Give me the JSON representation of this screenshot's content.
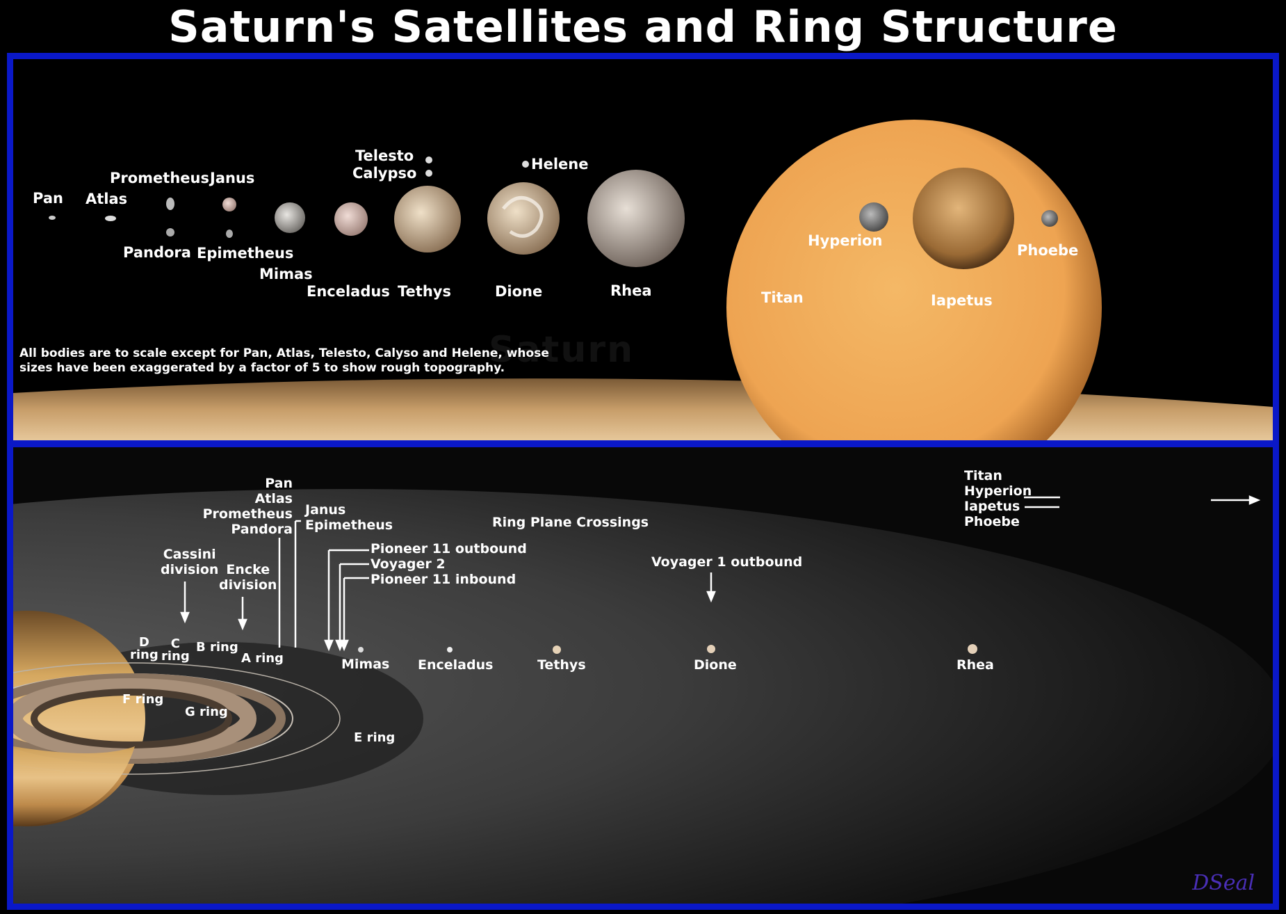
{
  "title": "Saturn's Satellites and Ring Structure",
  "top_panel": {
    "moons": {
      "pan": "Pan",
      "atlas": "Atlas",
      "prometheus": "Prometheus",
      "janus": "Janus",
      "pandora": "Pandora",
      "epimetheus": "Epimetheus",
      "mimas": "Mimas",
      "enceladus": "Enceladus",
      "telesto": "Telesto",
      "calypso": "Calypso",
      "tethys": "Tethys",
      "helene": "Helene",
      "dione": "Dione",
      "rhea": "Rhea",
      "titan": "Titan",
      "hyperion": "Hyperion",
      "iapetus": "Iapetus",
      "phoebe": "Phoebe"
    },
    "saturn": "Saturn",
    "note_line1": "All bodies are to scale except for Pan, Atlas, Telesto, Calyso and Helene, whose",
    "note_line2": "sizes have been exaggerated by a factor of 5 to show rough topography."
  },
  "bottom_panel": {
    "gap_moons": [
      "Pan",
      "Atlas",
      "Prometheus",
      "Pandora"
    ],
    "coorbitals": [
      "Janus",
      "Epimetheus"
    ],
    "cassini": [
      "Cassini",
      "division"
    ],
    "encke": [
      "Encke",
      "division"
    ],
    "ring_plane_crossings": "Ring Plane Crossings",
    "crossings": [
      "Pioneer 11 outbound",
      "Voyager 2",
      "Pioneer 11 inbound"
    ],
    "voyager1": "Voyager 1 outbound",
    "outer_moons": [
      "Titan",
      "Hyperion",
      "Iapetus",
      "Phoebe"
    ],
    "rings": {
      "d": [
        "D",
        "ring"
      ],
      "c": [
        "C",
        "ring"
      ],
      "b": "B ring",
      "a": "A ring",
      "f": "F ring",
      "g": "G ring",
      "e": "E ring"
    },
    "moons": [
      "Mimas",
      "Enceladus",
      "Tethys",
      "Dione",
      "Rhea"
    ]
  },
  "signature": "DSeal",
  "colors": {
    "frame": "#0a18c8",
    "titan": "#f0a850",
    "saturn": "#c9a066"
  }
}
